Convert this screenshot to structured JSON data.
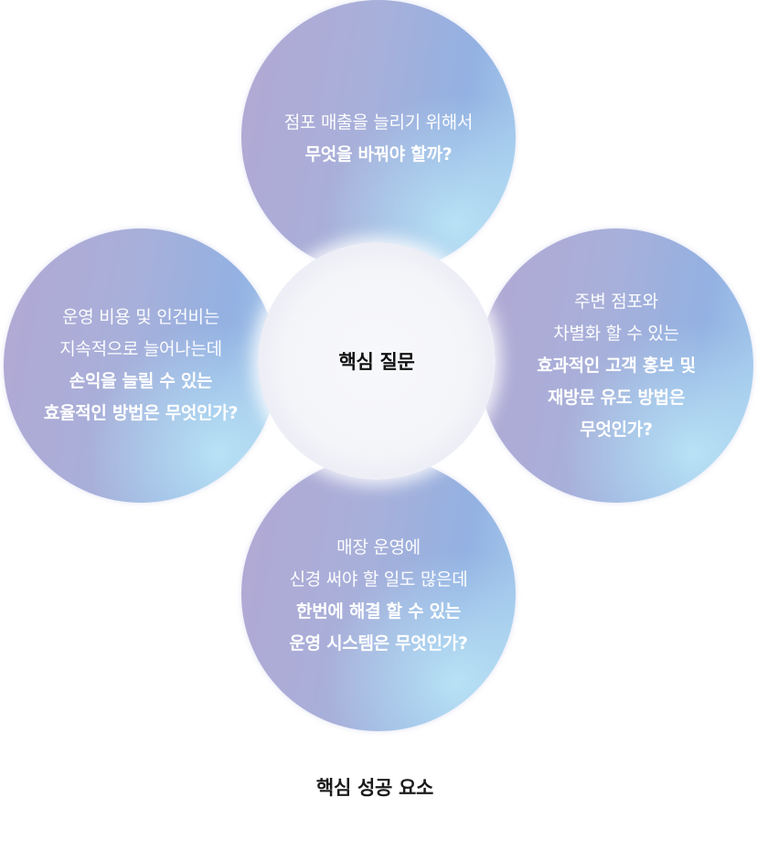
{
  "diagram": {
    "center_label": "핵심 질문",
    "caption": "핵심 성공 요소",
    "questions": {
      "top": {
        "lines": [
          {
            "text": "점포 매출을 늘리기 위해서",
            "style": "normal"
          },
          {
            "text": "무엇을 바꿔야 할까?",
            "style": "bold"
          }
        ]
      },
      "left": {
        "lines": [
          {
            "text": "운영 비용 및 인건비는",
            "style": "normal"
          },
          {
            "text": "지속적으로 늘어나는데",
            "style": "normal"
          },
          {
            "text": "손익을 늘릴 수 있는",
            "style": "bold"
          },
          {
            "text": "효율적인 방법은 무엇인가?",
            "style": "bold"
          }
        ]
      },
      "right": {
        "lines": [
          {
            "text": "주변 점포와",
            "style": "normal"
          },
          {
            "text": "차별화 할 수 있는",
            "style": "normal"
          },
          {
            "text": "효과적인 고객 홍보 및",
            "style": "bold"
          },
          {
            "text": "재방문 유도 방법은",
            "style": "bold"
          },
          {
            "text": "무엇인가?",
            "style": "bold"
          }
        ]
      },
      "bottom": {
        "lines": [
          {
            "text": "매장 운영에",
            "style": "normal"
          },
          {
            "text": "신경 써야 할 일도 많은데",
            "style": "normal"
          },
          {
            "text": "한번에 해결 할 수 있는",
            "style": "bold"
          },
          {
            "text": "운영 시스템은 무엇인가?",
            "style": "bold"
          }
        ]
      }
    }
  }
}
